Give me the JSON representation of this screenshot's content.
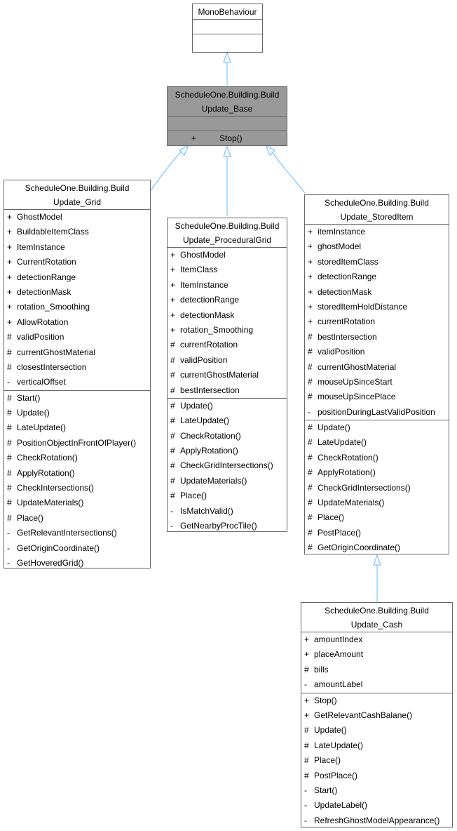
{
  "colors": {
    "edge": "#63B8FF",
    "border": "#666666",
    "highlight_fill": "#999999"
  },
  "classes": {
    "mono": {
      "title": [
        "MonoBehaviour"
      ],
      "attributes": [],
      "methods": []
    },
    "base": {
      "title": [
        "ScheduleOne.Building.Build",
        "Update_Base"
      ],
      "attributes": [],
      "methods": [
        {
          "vis": "+",
          "name": "Stop()"
        }
      ]
    },
    "grid": {
      "title": [
        "ScheduleOne.Building.Build",
        "Update_Grid"
      ],
      "attributes": [
        {
          "vis": "+",
          "name": "GhostModel"
        },
        {
          "vis": "+",
          "name": "BuildableItemClass"
        },
        {
          "vis": "+",
          "name": "ItemInstance"
        },
        {
          "vis": "+",
          "name": "CurrentRotation"
        },
        {
          "vis": "+",
          "name": "detectionRange"
        },
        {
          "vis": "+",
          "name": "detectionMask"
        },
        {
          "vis": "+",
          "name": "rotation_Smoothing"
        },
        {
          "vis": "+",
          "name": "AllowRotation"
        },
        {
          "vis": "#",
          "name": "validPosition"
        },
        {
          "vis": "#",
          "name": "currentGhostMaterial"
        },
        {
          "vis": "#",
          "name": "closestIntersection"
        },
        {
          "vis": "-",
          "name": "verticalOffset"
        }
      ],
      "methods": [
        {
          "vis": "#",
          "name": "Start()"
        },
        {
          "vis": "#",
          "name": "Update()"
        },
        {
          "vis": "#",
          "name": "LateUpdate()"
        },
        {
          "vis": "#",
          "name": "PositionObjectInFrontOfPlayer()"
        },
        {
          "vis": "#",
          "name": "CheckRotation()"
        },
        {
          "vis": "#",
          "name": "ApplyRotation()"
        },
        {
          "vis": "#",
          "name": "CheckIntersections()"
        },
        {
          "vis": "#",
          "name": "UpdateMaterials()"
        },
        {
          "vis": "#",
          "name": "Place()"
        },
        {
          "vis": "-",
          "name": "GetRelevantIntersections()"
        },
        {
          "vis": "-",
          "name": "GetOriginCoordinate()"
        },
        {
          "vis": "-",
          "name": "GetHoveredGrid()"
        }
      ]
    },
    "procedural": {
      "title": [
        "ScheduleOne.Building.Build",
        "Update_ProceduralGrid"
      ],
      "attributes": [
        {
          "vis": "+",
          "name": "GhostModel"
        },
        {
          "vis": "+",
          "name": "ItemClass"
        },
        {
          "vis": "+",
          "name": "ItemInstance"
        },
        {
          "vis": "+",
          "name": "detectionRange"
        },
        {
          "vis": "+",
          "name": "detectionMask"
        },
        {
          "vis": "+",
          "name": "rotation_Smoothing"
        },
        {
          "vis": "#",
          "name": "currentRotation"
        },
        {
          "vis": "#",
          "name": "validPosition"
        },
        {
          "vis": "#",
          "name": "currentGhostMaterial"
        },
        {
          "vis": "#",
          "name": "bestIntersection"
        }
      ],
      "methods": [
        {
          "vis": "#",
          "name": "Update()"
        },
        {
          "vis": "#",
          "name": "LateUpdate()"
        },
        {
          "vis": "#",
          "name": "CheckRotation()"
        },
        {
          "vis": "#",
          "name": "ApplyRotation()"
        },
        {
          "vis": "#",
          "name": "CheckGridIntersections()"
        },
        {
          "vis": "#",
          "name": "UpdateMaterials()"
        },
        {
          "vis": "#",
          "name": "Place()"
        },
        {
          "vis": "-",
          "name": "IsMatchValid()"
        },
        {
          "vis": "-",
          "name": "GetNearbyProcTile()"
        }
      ]
    },
    "stored": {
      "title": [
        "ScheduleOne.Building.Build",
        "Update_StoredItem"
      ],
      "attributes": [
        {
          "vis": "+",
          "name": "itemInstance"
        },
        {
          "vis": "+",
          "name": "ghostModel"
        },
        {
          "vis": "+",
          "name": "storedItemClass"
        },
        {
          "vis": "+",
          "name": "detectionRange"
        },
        {
          "vis": "+",
          "name": "detectionMask"
        },
        {
          "vis": "+",
          "name": "storedItemHoldDistance"
        },
        {
          "vis": "+",
          "name": "currentRotation"
        },
        {
          "vis": "#",
          "name": "bestIntersection"
        },
        {
          "vis": "#",
          "name": "validPosition"
        },
        {
          "vis": "#",
          "name": "currentGhostMaterial"
        },
        {
          "vis": "#",
          "name": "mouseUpSinceStart"
        },
        {
          "vis": "#",
          "name": "mouseUpSincePlace"
        },
        {
          "vis": "-",
          "name": "positionDuringLastValidPosition"
        }
      ],
      "methods": [
        {
          "vis": "#",
          "name": "Update()"
        },
        {
          "vis": "#",
          "name": "LateUpdate()"
        },
        {
          "vis": "#",
          "name": "CheckRotation()"
        },
        {
          "vis": "#",
          "name": "ApplyRotation()"
        },
        {
          "vis": "#",
          "name": "CheckGridIntersections()"
        },
        {
          "vis": "#",
          "name": "UpdateMaterials()"
        },
        {
          "vis": "#",
          "name": "Place()"
        },
        {
          "vis": "#",
          "name": "PostPlace()"
        },
        {
          "vis": "#",
          "name": "GetOriginCoordinate()"
        }
      ]
    },
    "cash": {
      "title": [
        "ScheduleOne.Building.Build",
        "Update_Cash"
      ],
      "attributes": [
        {
          "vis": "+",
          "name": "amountIndex"
        },
        {
          "vis": "+",
          "name": "placeAmount"
        },
        {
          "vis": "#",
          "name": "bills"
        },
        {
          "vis": "-",
          "name": "amountLabel"
        }
      ],
      "methods": [
        {
          "vis": "+",
          "name": "Stop()"
        },
        {
          "vis": "+",
          "name": "GetRelevantCashBalane()"
        },
        {
          "vis": "#",
          "name": "Update()"
        },
        {
          "vis": "#",
          "name": "LateUpdate()"
        },
        {
          "vis": "#",
          "name": "Place()"
        },
        {
          "vis": "#",
          "name": "PostPlace()"
        },
        {
          "vis": "-",
          "name": "Start()"
        },
        {
          "vis": "-",
          "name": "UpdateLabel()"
        },
        {
          "vis": "-",
          "name": "RefreshGhostModelAppearance()"
        }
      ]
    }
  }
}
